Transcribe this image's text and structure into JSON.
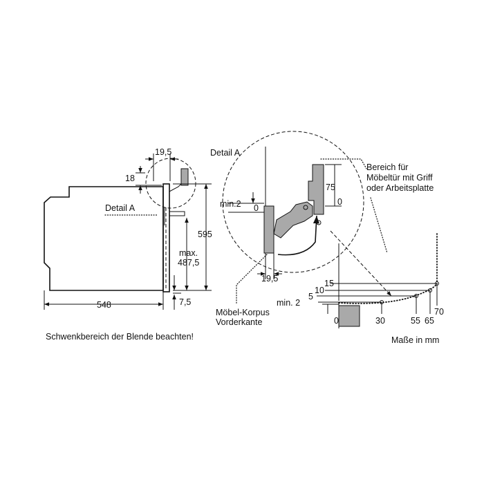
{
  "labels": {
    "detail_a_side": "Detail A",
    "detail_a_title": "Detail A",
    "area_line1": "Bereich für",
    "area_line2": "Möbeltür mit Griff",
    "area_line3": "oder Arbeitsplatte",
    "korpus_line1": "Möbel-Korpus",
    "korpus_line2": "Vorderkante",
    "note": "Schwenkbereich der Blende beachten!",
    "units": "Maße in mm"
  },
  "dims": {
    "width": "548",
    "top_offset": "19,5",
    "top_height": "18",
    "height": "595",
    "max_label": "max.",
    "max_value": "487,5",
    "bottom": "7,5",
    "detail_min2": "min.2",
    "detail_zero_left": "0",
    "detail_75": "75",
    "detail_zero_right": "0",
    "detail_19_5": "19,5"
  },
  "swing": {
    "v15": "15",
    "v10": "10",
    "v5": "5",
    "min2": "min. 2",
    "h0": "0",
    "h30": "30",
    "h55": "55",
    "h65": "65",
    "h70": "70"
  }
}
